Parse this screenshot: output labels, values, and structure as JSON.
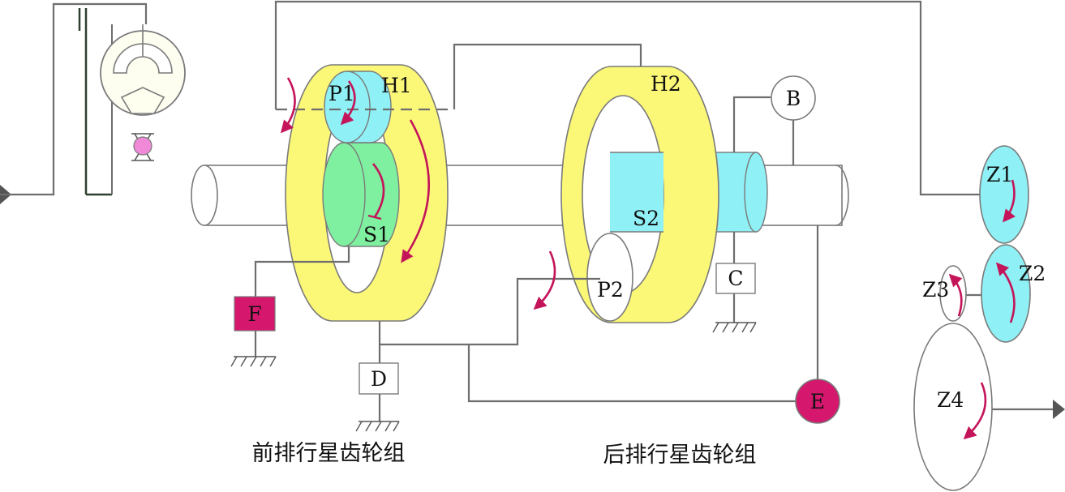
{
  "labels": {
    "p1": "P1",
    "h1": "H1",
    "s1": "S1",
    "h2": "H2",
    "s2": "S2",
    "p2": "P2",
    "b": "B",
    "c": "C",
    "d": "D",
    "e": "E",
    "f": "F",
    "z1": "Z1",
    "z2": "Z2",
    "z3": "Z3",
    "z4": "Z4"
  },
  "captions": {
    "front": "前排行星齿轮组",
    "rear": "后排行星齿轮组"
  },
  "colors": {
    "ring_gear": "#fbf777",
    "sun_gear_front": "#7ff0a0",
    "sun_gear_rear": "#8ff0f5",
    "planet_p1": "#8ff0f5",
    "output_gears": "#8ff0f5",
    "brake_f": "#d6176e",
    "clutch_e": "#d6176e",
    "rotation_arrows": "#c4145a",
    "shaft": "#ffffff",
    "wires": "#6e6e6e"
  }
}
